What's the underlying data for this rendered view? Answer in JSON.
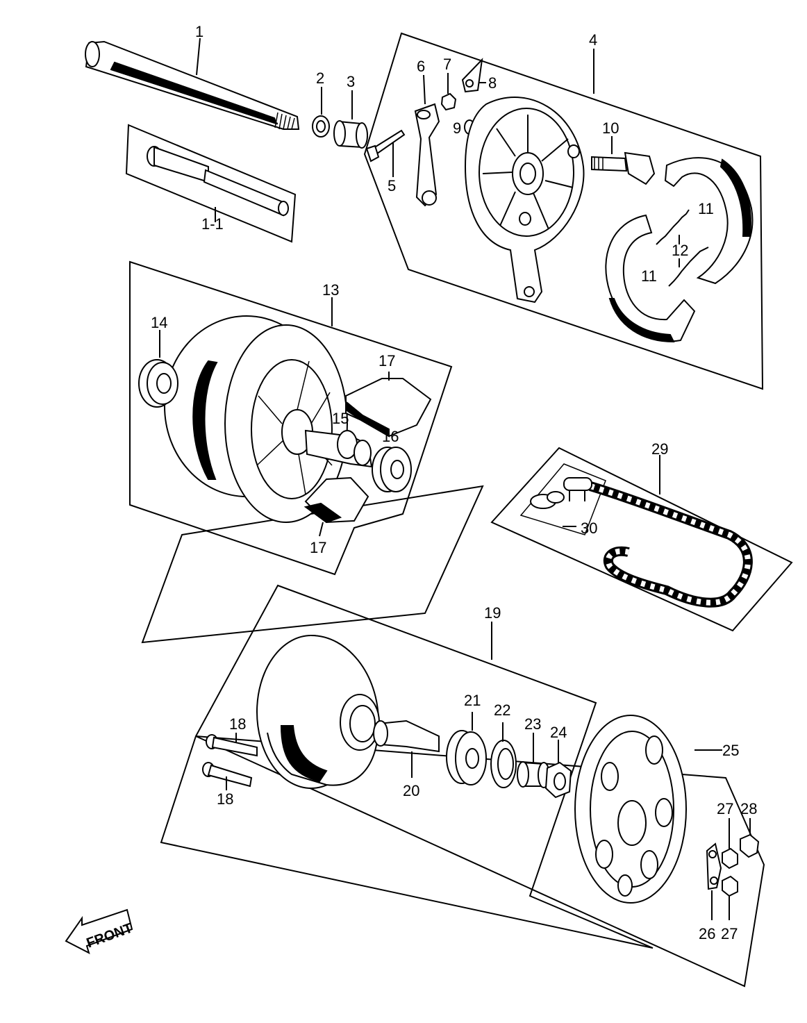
{
  "callouts": {
    "c1": "1",
    "c1_1": "1-1",
    "c2": "2",
    "c3": "3",
    "c4": "4",
    "c5": "5",
    "c6": "6",
    "c7": "7",
    "c8": "8",
    "c9": "9",
    "c10": "10",
    "c11a": "11",
    "c11b": "11",
    "c12": "12",
    "c13": "13",
    "c14": "14",
    "c15": "15",
    "c16": "16",
    "c17a": "17",
    "c17b": "17",
    "c18a": "18",
    "c18b": "18",
    "c19": "19",
    "c20": "20",
    "c21": "21",
    "c22": "22",
    "c23": "23",
    "c24": "24",
    "c25": "25",
    "c26": "26",
    "c27a": "27",
    "c27b": "27",
    "c28": "28",
    "c29": "29",
    "c30": "30"
  },
  "front_label": "FRONT"
}
